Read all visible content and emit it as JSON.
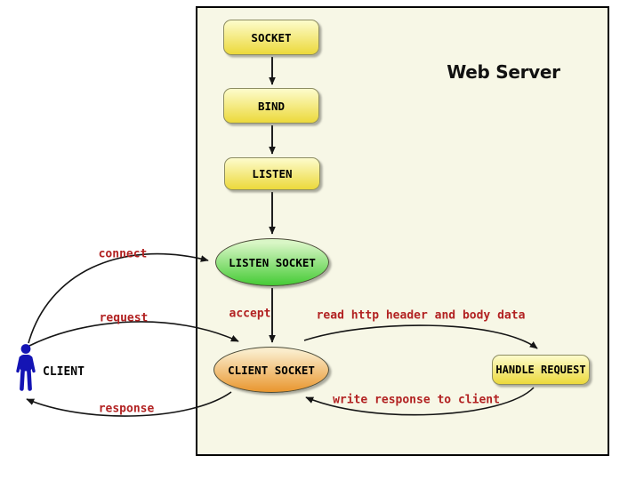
{
  "server": {
    "title": "Web Server"
  },
  "nodes": {
    "socket": {
      "label": "SOCKET",
      "shape": "rounded-rect",
      "color": "yellow"
    },
    "bind": {
      "label": "BIND",
      "shape": "rounded-rect",
      "color": "yellow"
    },
    "listen": {
      "label": "LISTEN",
      "shape": "rounded-rect",
      "color": "yellow"
    },
    "listen_socket": {
      "label": "LISTEN SOCKET",
      "shape": "ellipse",
      "color": "green"
    },
    "client_socket": {
      "label": "CLIENT SOCKET",
      "shape": "ellipse",
      "color": "orange"
    },
    "handle_request": {
      "label": "HANDLE REQUEST",
      "shape": "rounded-rect",
      "color": "yellow"
    }
  },
  "client": {
    "label": "CLIENT",
    "icon": "person-icon"
  },
  "edges": [
    {
      "from": "SOCKET",
      "to": "BIND",
      "label": ""
    },
    {
      "from": "BIND",
      "to": "LISTEN",
      "label": ""
    },
    {
      "from": "LISTEN",
      "to": "LISTEN SOCKET",
      "label": ""
    },
    {
      "from": "LISTEN SOCKET",
      "to": "CLIENT SOCKET",
      "label": "accept"
    },
    {
      "from": "CLIENT",
      "to": "LISTEN SOCKET",
      "label": "connect"
    },
    {
      "from": "CLIENT",
      "to": "CLIENT SOCKET",
      "label": "request"
    },
    {
      "from": "CLIENT SOCKET",
      "to": "CLIENT",
      "label": "response"
    },
    {
      "from": "CLIENT SOCKET",
      "to": "HANDLE REQUEST",
      "label": "read http header and body data"
    },
    {
      "from": "HANDLE REQUEST",
      "to": "CLIENT SOCKET",
      "label": "write response to client"
    }
  ],
  "colors": {
    "canvas_bg": "#ffffff",
    "server_bg": "#f7f7e6",
    "server_border": "#000000",
    "node_border": "#8d8d62",
    "yellow_top": "#fdfccc",
    "yellow_bottom": "#ecd93b",
    "green_top": "#d9f6c6",
    "green_bottom": "#45cb35",
    "orange_top": "#faeccb",
    "orange_bottom": "#e9962e",
    "edge_label": "#b22222",
    "client_figure": "#1414b4"
  }
}
